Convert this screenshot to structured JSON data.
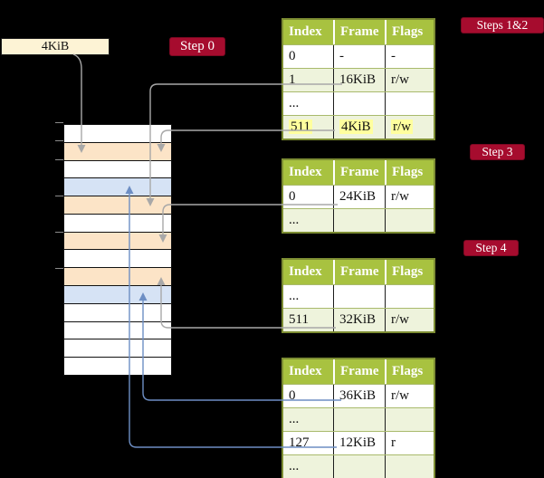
{
  "base_box": {
    "label": "4KiB"
  },
  "badges": {
    "step0": "Step 0",
    "steps12": "Steps 1&2",
    "step3": "Step 3",
    "step4": "Step 4"
  },
  "colors": {
    "background": "#000000",
    "badge_red": "#a60c2e",
    "base_box_fill": "#fdf3d5",
    "table_header_green": "#a8c240",
    "table_row_green": "#eef3dc",
    "table_border_olive": "#7d8d33",
    "highlight_yellow": "#ffff9e",
    "frame_pagetable_orange": "#fce4c7",
    "frame_data_blue": "#d6e3f5",
    "arrow_gray": "#a8a8a8",
    "arrow_blue": "#6d8ec4"
  },
  "memory": {
    "rows": [
      {
        "fill": "none"
      },
      {
        "fill": "pagetable"
      },
      {
        "fill": "none"
      },
      {
        "fill": "data"
      },
      {
        "fill": "pagetable"
      },
      {
        "fill": "none"
      },
      {
        "fill": "pagetable"
      },
      {
        "fill": "none"
      },
      {
        "fill": "pagetable"
      },
      {
        "fill": "data"
      },
      {
        "fill": "none"
      },
      {
        "fill": "none"
      },
      {
        "fill": "none"
      },
      {
        "fill": "none"
      }
    ]
  },
  "tables": [
    {
      "name": "table-steps-1-2",
      "headers": [
        "Index",
        "Frame",
        "Flags"
      ],
      "rows": [
        {
          "cells": [
            "0",
            "-",
            "-"
          ],
          "shaded": false,
          "highlighted": false
        },
        {
          "cells": [
            "1",
            "16KiB",
            "r/w"
          ],
          "shaded": true,
          "highlighted": false
        },
        {
          "cells": [
            "...",
            "",
            ""
          ],
          "shaded": false,
          "highlighted": false
        },
        {
          "cells": [
            "511",
            "4KiB",
            "r/w"
          ],
          "shaded": true,
          "highlighted": true
        }
      ]
    },
    {
      "name": "table-step-3",
      "headers": [
        "Index",
        "Frame",
        "Flags"
      ],
      "rows": [
        {
          "cells": [
            "0",
            "24KiB",
            "r/w"
          ],
          "shaded": false,
          "highlighted": false
        },
        {
          "cells": [
            "...",
            "",
            ""
          ],
          "shaded": true,
          "highlighted": false
        }
      ]
    },
    {
      "name": "table-step-4",
      "headers": [
        "Index",
        "Frame",
        "Flags"
      ],
      "rows": [
        {
          "cells": [
            "...",
            "",
            ""
          ],
          "shaded": false,
          "highlighted": false
        },
        {
          "cells": [
            "511",
            "32KiB",
            "r/w"
          ],
          "shaded": true,
          "highlighted": false
        }
      ]
    },
    {
      "name": "table-final",
      "headers": [
        "Index",
        "Frame",
        "Flags"
      ],
      "rows": [
        {
          "cells": [
            "0",
            "36KiB",
            "r/w"
          ],
          "shaded": false,
          "highlighted": false
        },
        {
          "cells": [
            "...",
            "",
            ""
          ],
          "shaded": true,
          "highlighted": false
        },
        {
          "cells": [
            "127",
            "12KiB",
            "r"
          ],
          "shaded": false,
          "highlighted": false
        },
        {
          "cells": [
            "...",
            "",
            ""
          ],
          "shaded": true,
          "highlighted": false
        }
      ]
    }
  ],
  "connectors": [
    {
      "id": "c-base",
      "from": "page-table-base-4KiB-box",
      "to": "memory-row-2",
      "color": "gray"
    },
    {
      "id": "c-t1r1",
      "from": "table-1-entry-1-frame-16KiB",
      "to": "memory-row-5",
      "color": "gray"
    },
    {
      "id": "c-t1r511",
      "from": "table-1-entry-511-frame-4KiB",
      "to": "memory-row-2",
      "color": "gray"
    },
    {
      "id": "c-t2r0",
      "from": "table-2-entry-0-frame-24KiB",
      "to": "memory-row-7",
      "color": "gray"
    },
    {
      "id": "c-t3r511",
      "from": "table-3-entry-511-frame-32KiB",
      "to": "memory-row-9",
      "color": "gray"
    },
    {
      "id": "c-t4r0",
      "from": "table-4-entry-0-frame-36KiB",
      "to": "memory-row-10",
      "color": "blue"
    },
    {
      "id": "c-t4r127",
      "from": "table-4-entry-127-frame-12KiB",
      "to": "memory-row-4",
      "color": "blue"
    }
  ]
}
